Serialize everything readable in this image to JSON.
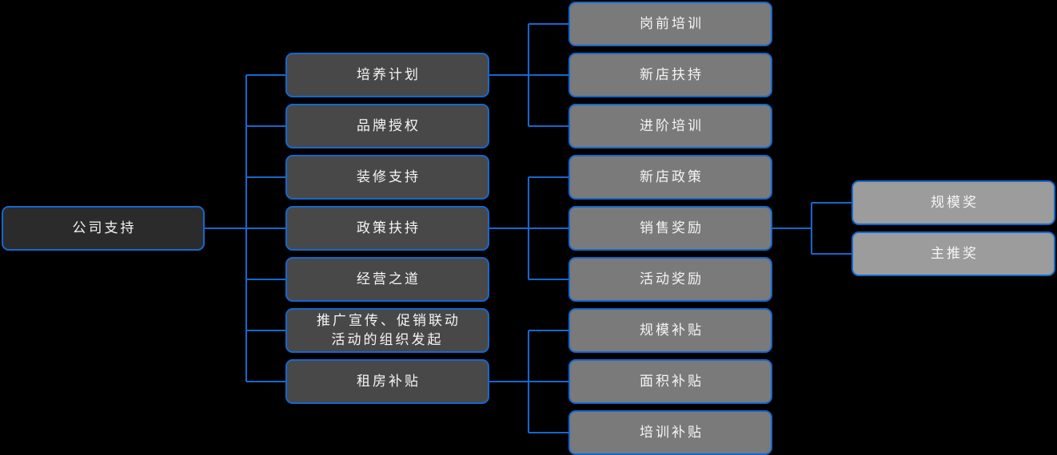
{
  "colors": {
    "background": "#000000",
    "connector_blue": "#1568d0",
    "node_border": "#1568d0",
    "root_fill": "#2b2b2b",
    "level2_fill": "#484848",
    "level3_fill": "#7a7a7a",
    "level4_fill": "#9c9c9c",
    "text": "#f5f5f5"
  },
  "diagram": {
    "type": "mindmap",
    "root": {
      "label": "公司支持"
    },
    "branches": [
      {
        "label": "培养计划",
        "children": [
          {
            "label": "岗前培训"
          },
          {
            "label": "新店扶持"
          },
          {
            "label": "进阶培训"
          }
        ]
      },
      {
        "label": "品牌授权",
        "children": []
      },
      {
        "label": "装修支持",
        "children": []
      },
      {
        "label": "政策扶持",
        "children": [
          {
            "label": "新店政策"
          },
          {
            "label": "销售奖励",
            "children": [
              {
                "label": "规模奖"
              },
              {
                "label": "主推奖"
              }
            ]
          },
          {
            "label": "活动奖励"
          }
        ]
      },
      {
        "label": "经营之道",
        "children": []
      },
      {
        "label": "推广宣传、促销联动\n活动的组织发起",
        "children": []
      },
      {
        "label": "租房补贴",
        "children": [
          {
            "label": "规模补贴"
          },
          {
            "label": "面积补贴"
          },
          {
            "label": "培训补贴"
          }
        ]
      }
    ]
  }
}
